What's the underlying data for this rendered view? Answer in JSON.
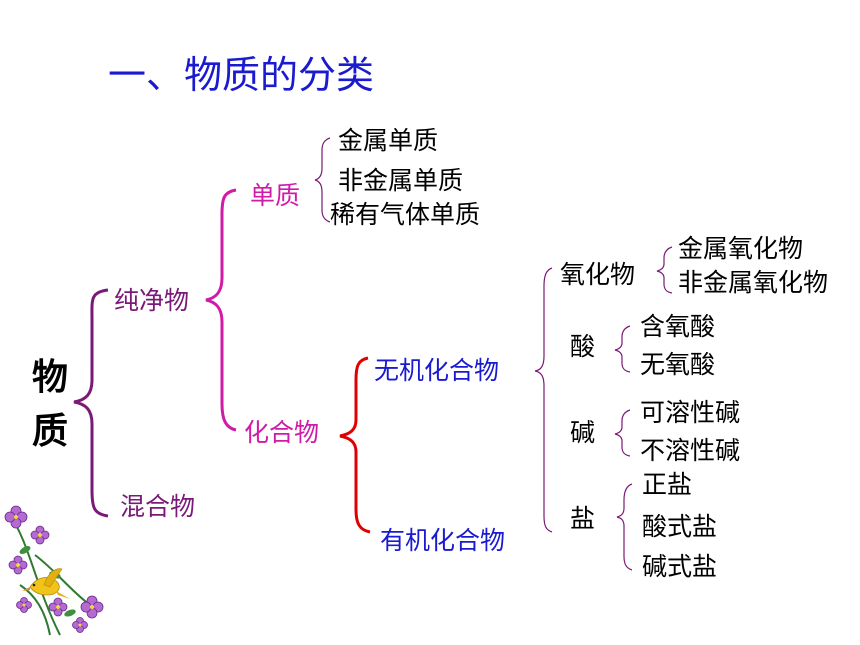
{
  "title": "一、物质的分类",
  "root": {
    "line1": "物",
    "line2": "质"
  },
  "pure": "纯净物",
  "mixture": "混合物",
  "element": "单质",
  "element_types": [
    "金属单质",
    "非金属单质",
    "稀有气体单质"
  ],
  "compound": "化合物",
  "inorganic": "无机化合物",
  "organic": "有机化合物",
  "oxide": "氧化物",
  "oxide_types": [
    "金属氧化物",
    "非金属氧化物"
  ],
  "acid": "酸",
  "acid_types": [
    "含氧酸",
    "无氧酸"
  ],
  "base": "碱",
  "base_types": [
    "可溶性碱",
    "不溶性碱"
  ],
  "salt": "盐",
  "salt_types": [
    "正盐",
    "酸式盐",
    "碱式盐"
  ],
  "colors": {
    "title": "#1a1ad0",
    "level1": "#7a1a78",
    "level2": "#d01aa8",
    "level3": "#1a1ad0",
    "inorganic_brace": "#e00000"
  }
}
